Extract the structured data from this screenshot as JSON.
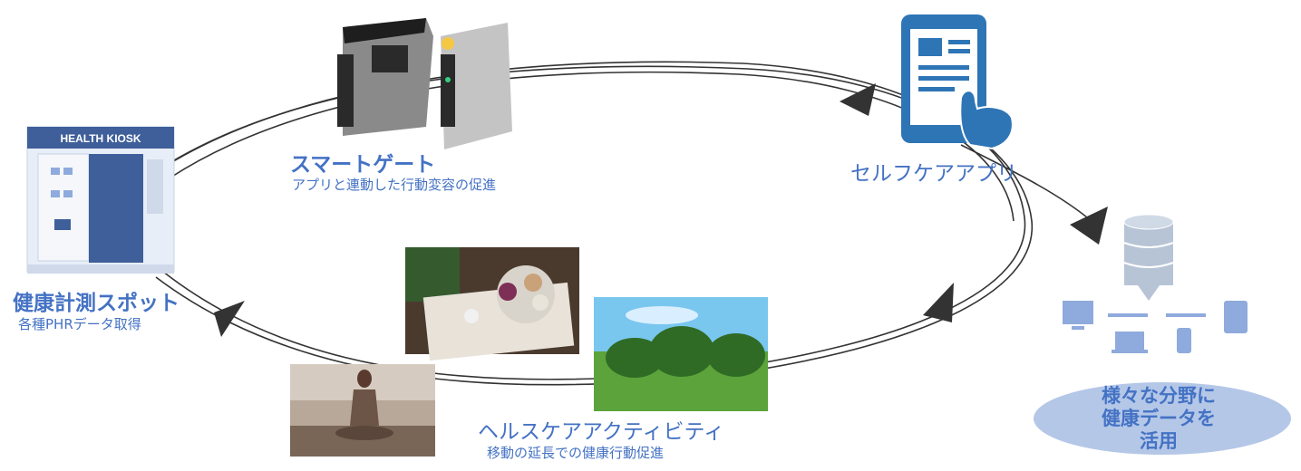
{
  "kiosk": {
    "sign": "HEALTH  KIOSK",
    "title": "健康計測スポット",
    "subtitle": "各種PHRデータ取得"
  },
  "gate": {
    "title": "スマートゲート",
    "subtitle": "アプリと連動した行動変容の促進"
  },
  "app": {
    "title": "セルフケアアプリ"
  },
  "activity": {
    "title": "ヘルスケアアクティビティ",
    "subtitle": "移動の延長での健康行動促進"
  },
  "data_use": {
    "line1": "様々な分野に",
    "line2": "健康データを",
    "line3": "活用"
  },
  "colors": {
    "accent": "#4472c4",
    "kiosk_blue": "#3f5f9a",
    "cloud": "#b4c7e7",
    "icon_blue": "#2e75b6",
    "db_grey": "#9fb0c4",
    "device_blue": "#8faadc",
    "arrow": "#3a3a3a"
  },
  "icons": [
    "health-kiosk-illustration",
    "smart-gate-illustration",
    "smartphone-hand-icon",
    "database-icon",
    "desktop-monitor-icon",
    "laptop-icon",
    "phone-device-icon",
    "tablet-icon"
  ]
}
